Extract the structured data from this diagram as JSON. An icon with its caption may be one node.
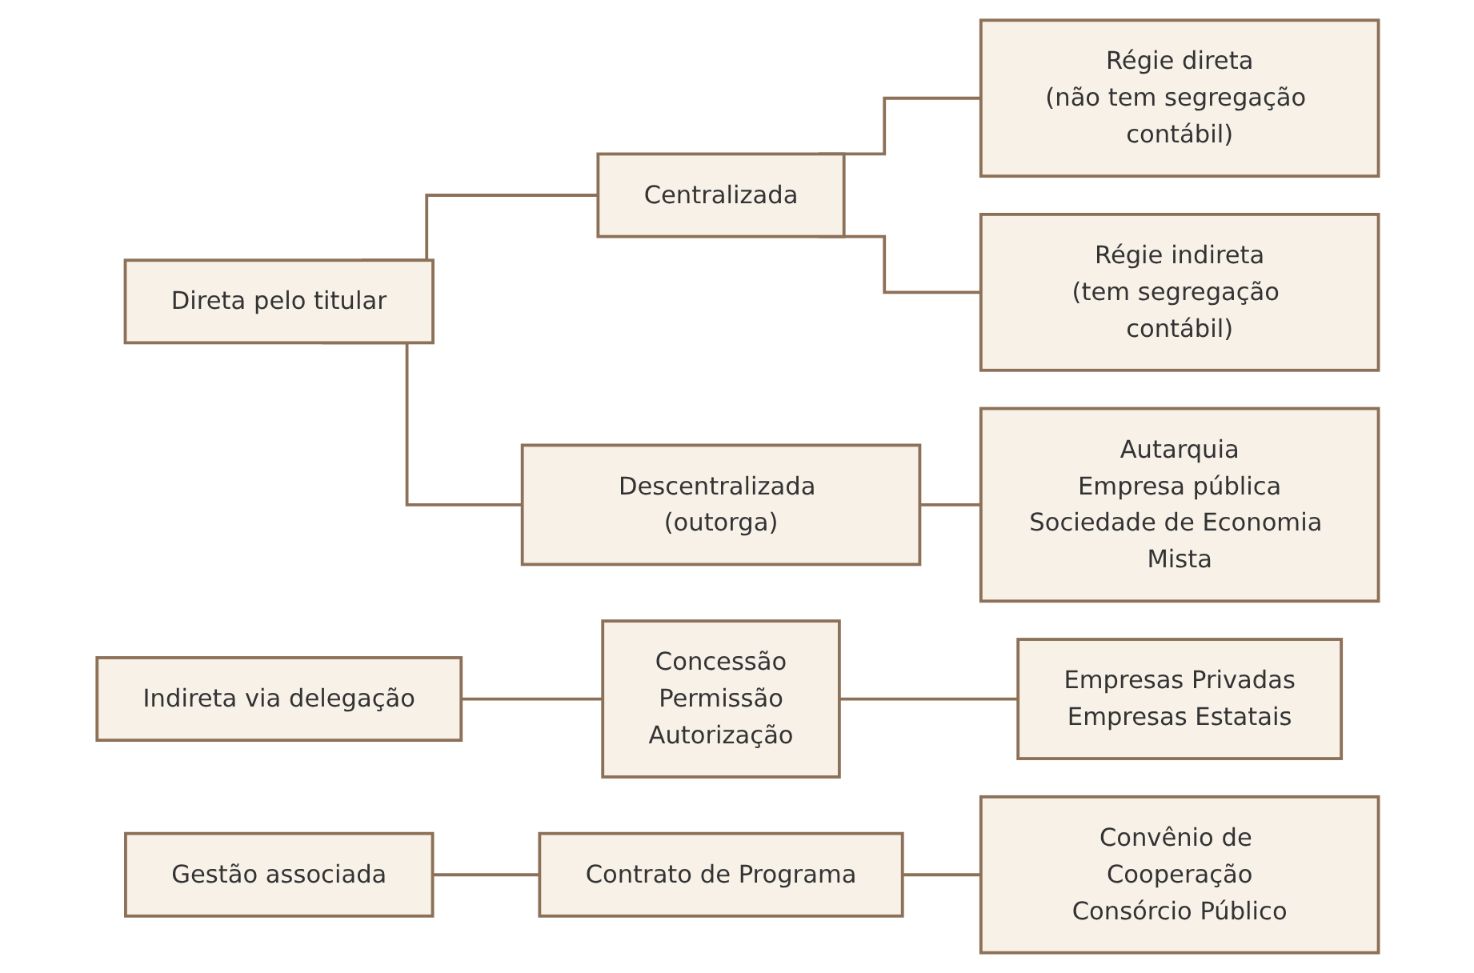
{
  "diagram": {
    "nodes": [
      {
        "text": [
          "Direta pelo titular"
        ]
      },
      {
        "text": [
          "Centralizada"
        ]
      },
      {
        "text": [
          "Régie direta",
          "(não tem segregação contábil)"
        ]
      },
      {
        "text": [
          "Régie indireta",
          "(tem segregação contábil)"
        ]
      },
      {
        "text": [
          "Descentralizada (outorga)"
        ]
      },
      {
        "text": [
          "Autarquia",
          "Empresa pública",
          "Sociedade de Economia Mista"
        ]
      },
      {
        "text": [
          "Indireta via delegação"
        ]
      },
      {
        "text": [
          "Concessão",
          "Permissão",
          "Autorização"
        ]
      },
      {
        "text": [
          "Empresas Privadas",
          "Empresas Estatais"
        ]
      },
      {
        "text": [
          "Gestão associada"
        ]
      },
      {
        "text": [
          "Contrato de Programa"
        ]
      },
      {
        "text": [
          "Convênio de Cooperação",
          "Consórcio Público"
        ]
      }
    ],
    "edges": [
      {
        "from": 0,
        "to": 1,
        "arrow": "none"
      },
      {
        "from": 0,
        "to": 4,
        "arrow": "none"
      },
      {
        "from": 1,
        "to": 2,
        "arrow": "none"
      },
      {
        "from": 1,
        "to": 3,
        "arrow": "none"
      },
      {
        "from": 4,
        "to": 5,
        "arrow": "none"
      },
      {
        "from": 6,
        "to": 7,
        "arrow": "none"
      },
      {
        "from": 7,
        "to": 8,
        "arrow": "none"
      },
      {
        "from": 9,
        "to": 10,
        "arrow": "none"
      },
      {
        "from": 10,
        "to": 11,
        "arrow": "none"
      }
    ]
  }
}
